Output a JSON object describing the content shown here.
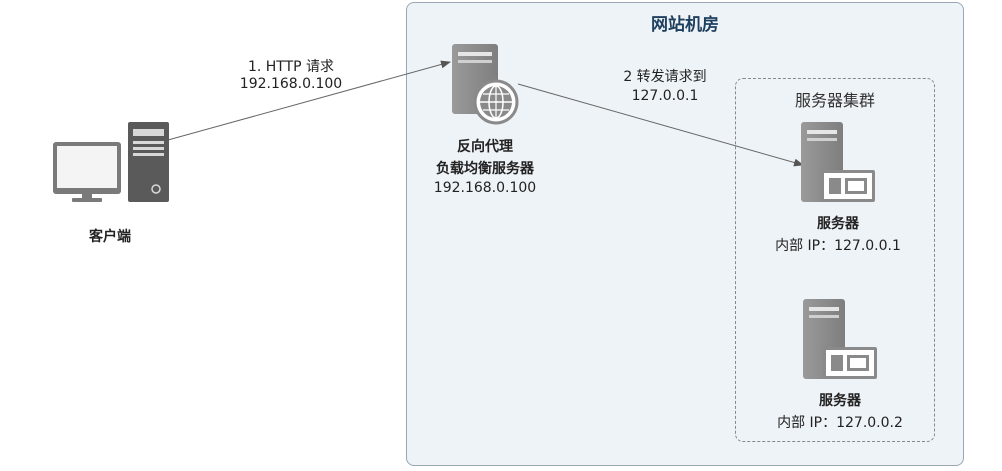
{
  "datacenter": {
    "title": "网站机房"
  },
  "cluster": {
    "title": "服务器集群"
  },
  "client": {
    "label": "客户端"
  },
  "proxy": {
    "name_line1": "反向代理",
    "name_line2": "负载均衡服务器",
    "ip": "192.168.0.100"
  },
  "servers": [
    {
      "name": "服务器",
      "ip": "内部 IP：127.0.0.1"
    },
    {
      "name": "服务器",
      "ip": "内部 IP：127.0.0.2"
    }
  ],
  "edges": [
    {
      "label_line1": "1. HTTP 请求",
      "label_line2": "192.168.0.100"
    },
    {
      "label_line1": "2 转发请求到",
      "label_line2": "127.0.0.1"
    }
  ],
  "colors": {
    "container_bg": "#eef3f7",
    "device_gray": "#8c8c8c",
    "device_dark": "#555555",
    "arrow": "#666666",
    "title": "#1f3f5f"
  }
}
